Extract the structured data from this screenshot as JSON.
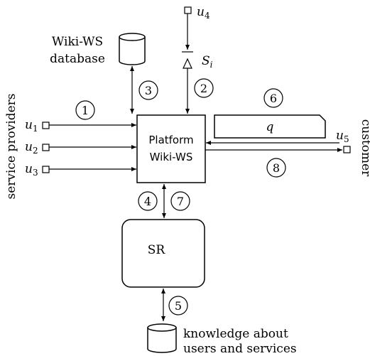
{
  "platform": {
    "line1": "Platform",
    "line2": "Wiki-WS"
  },
  "database": {
    "line1": "Wiki-WS",
    "line2": "database"
  },
  "sr": {
    "label": "SR"
  },
  "knowledge": {
    "line1": "knowledge about",
    "line2": "users and services"
  },
  "side_labels": {
    "left": "service providers",
    "right": "customer"
  },
  "users": {
    "u1": {
      "base": "u",
      "sub": "1"
    },
    "u2": {
      "base": "u",
      "sub": "2"
    },
    "u3": {
      "base": "u",
      "sub": "3"
    },
    "u4": {
      "base": "u",
      "sub": "4"
    },
    "u5": {
      "base": "u",
      "sub": "5"
    }
  },
  "query": {
    "label": "q"
  },
  "si": {
    "base": "S",
    "sub": "i"
  },
  "steps": [
    "1",
    "2",
    "3",
    "4",
    "5",
    "6",
    "7",
    "8"
  ]
}
